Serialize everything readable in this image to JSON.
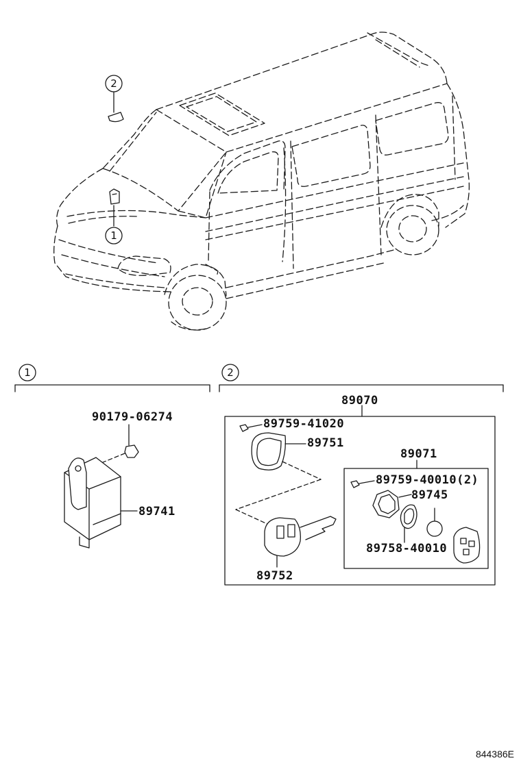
{
  "callouts": {
    "one": "1",
    "two": "2"
  },
  "parts": {
    "p90179": "90179-06274",
    "p89741": "89741",
    "p89070": "89070",
    "p89759a": "89759-41020",
    "p89751": "89751",
    "p89071": "89071",
    "p89759b": "89759-40010(2)",
    "p89745": "89745",
    "p89758": "89758-40010",
    "p89752": "89752"
  },
  "figure_ref": "844386E",
  "colors": {
    "line": "#1a1a1a"
  }
}
